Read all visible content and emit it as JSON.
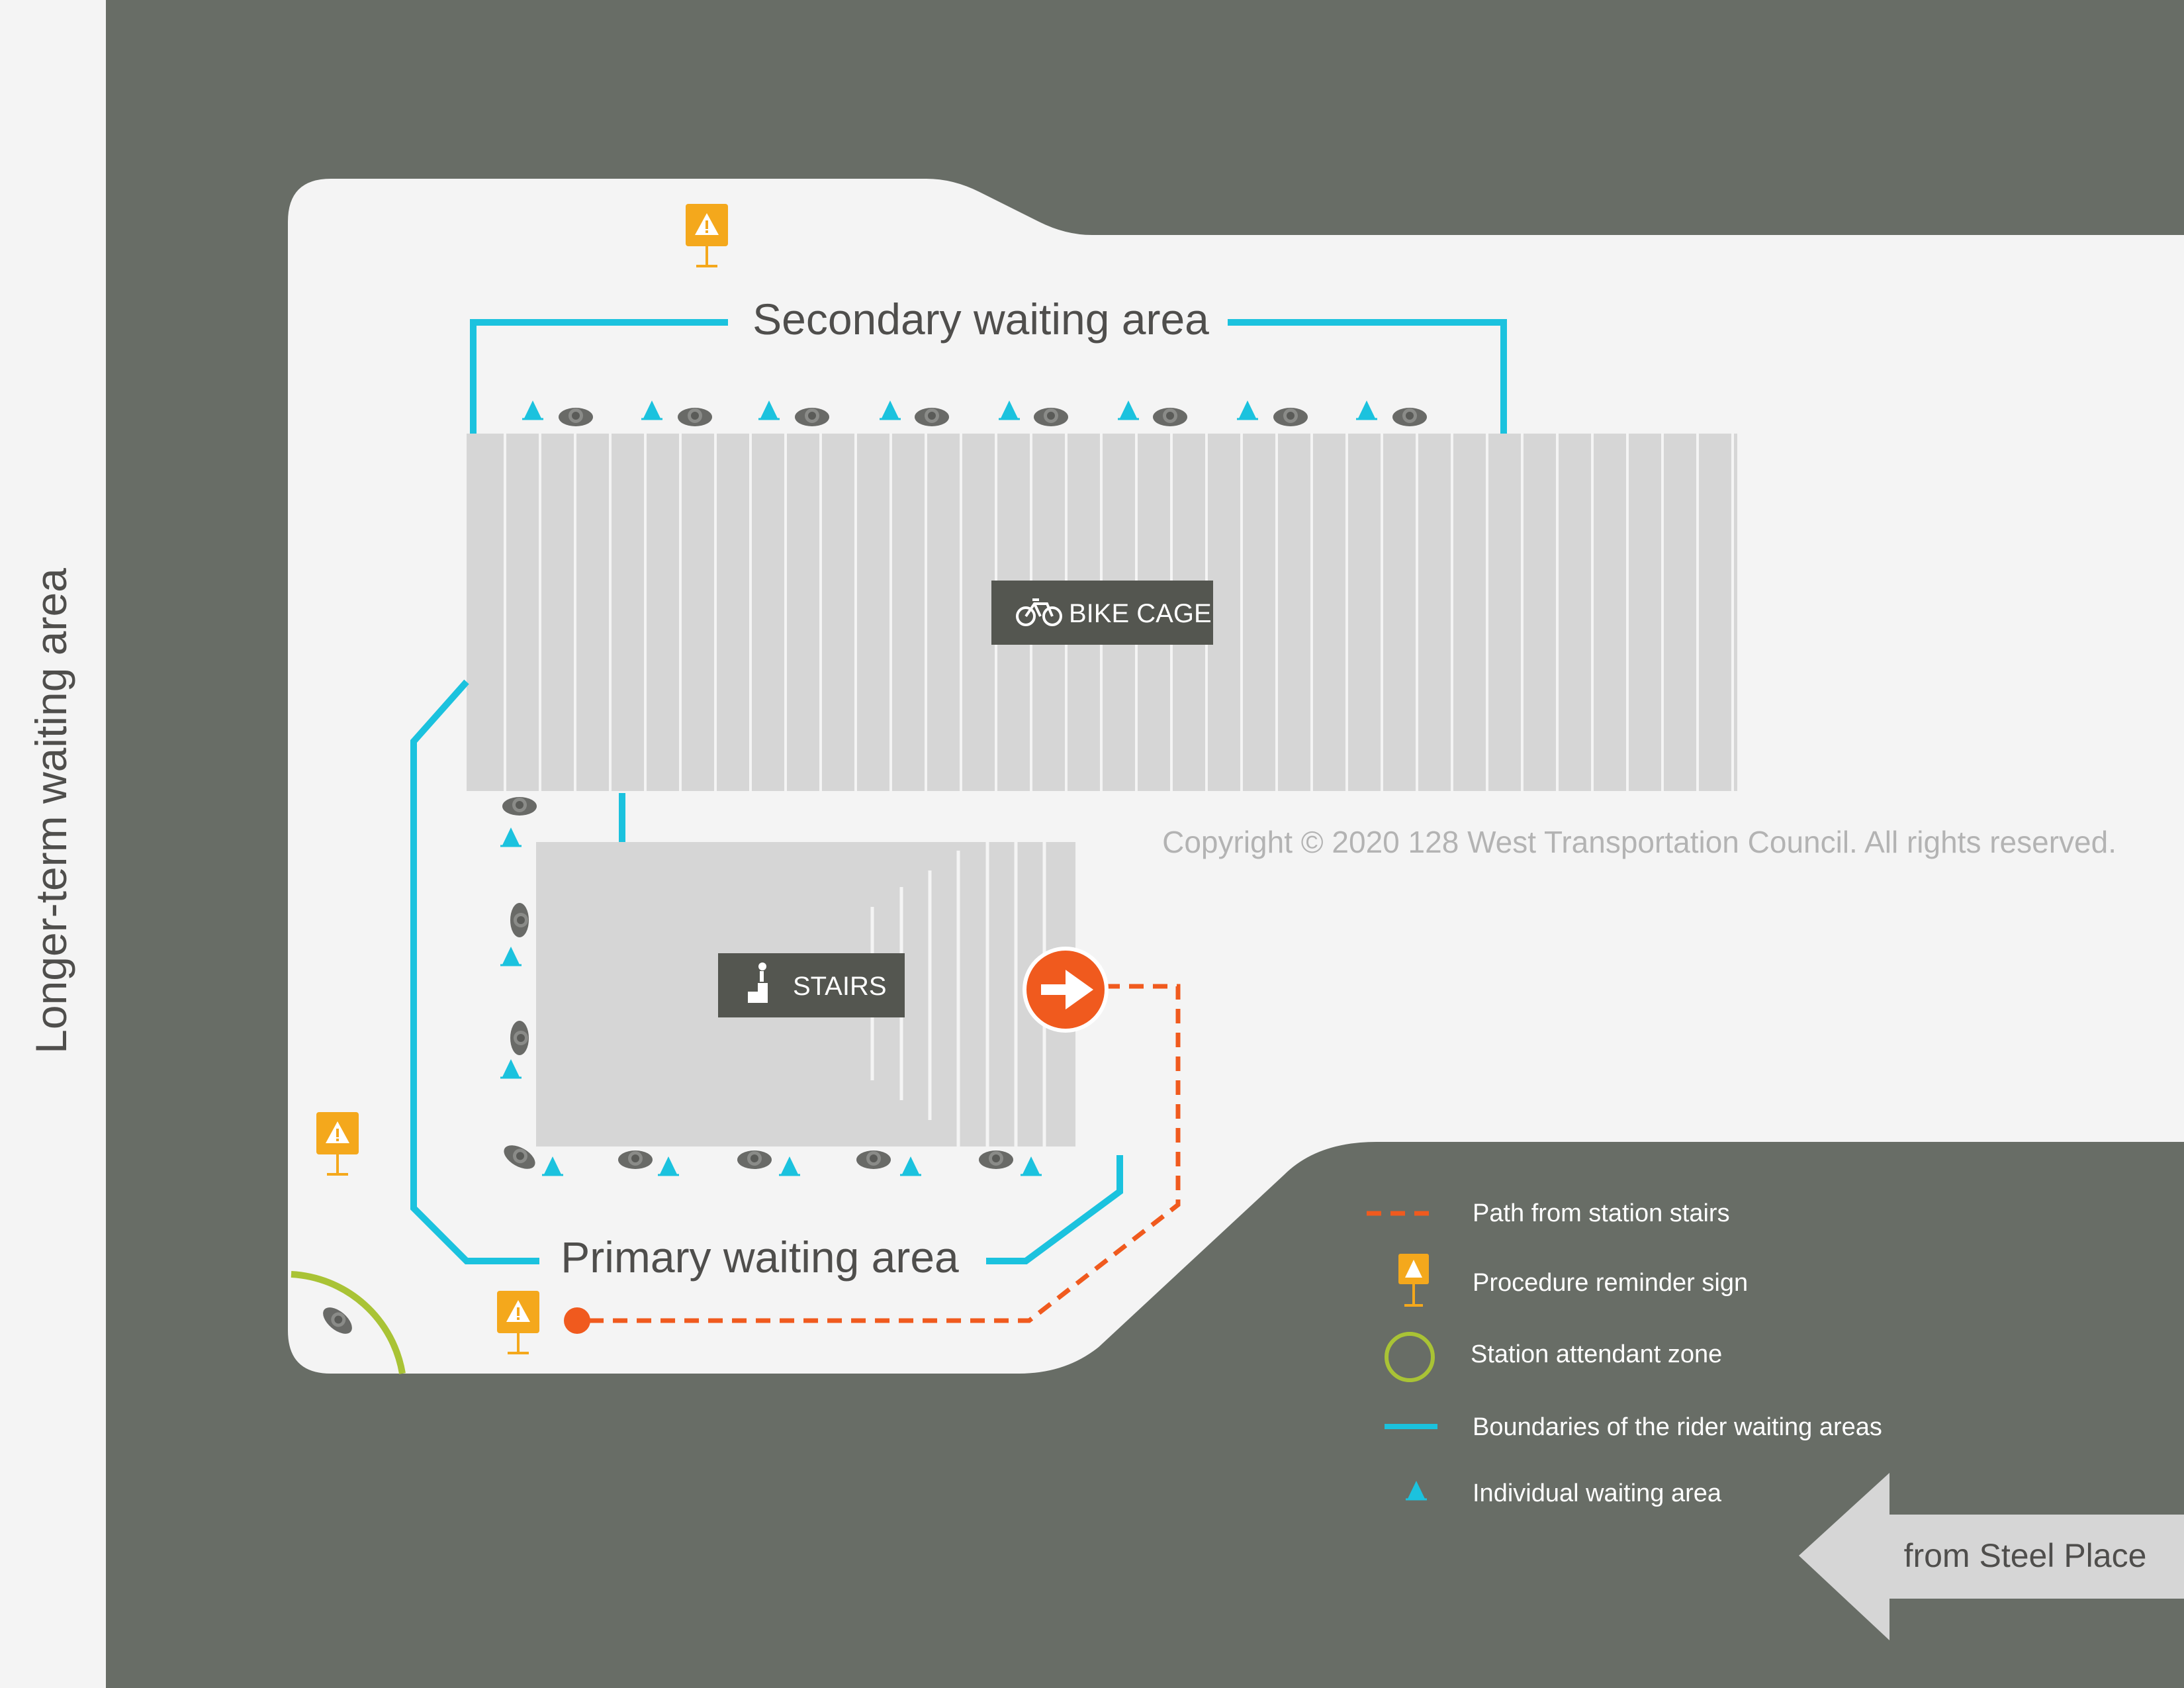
{
  "labels": {
    "secondary_area": "Secondary waiting area",
    "primary_area": "Primary waiting area",
    "longer_term_area": "Longer-term waiting area",
    "bike_cage": "BIKE CAGE",
    "stairs": "STAIRS",
    "copyright": "Copyright © 2020 128 West Transportation Council. All rights reserved.",
    "from_steel_place": "from Steel Place"
  },
  "legend": {
    "items": [
      {
        "symbol": "dashed-path",
        "label": "Path from station stairs"
      },
      {
        "symbol": "sign-icon",
        "label": "Procedure reminder sign"
      },
      {
        "symbol": "attendant-circle",
        "label": "Station attendant zone"
      },
      {
        "symbol": "boundary-line",
        "label": "Boundaries of the rider waiting areas"
      },
      {
        "symbol": "triangle-marker",
        "label": "Individual waiting area"
      }
    ]
  },
  "colors": {
    "road": "#686d66",
    "pavement": "#f4f4f4",
    "structure": "#d6d6d6",
    "boundary": "#1bc2de",
    "path": "#f05a1e",
    "sign": "#f4a81c",
    "attendant": "#a9c335",
    "label_box": "#545650",
    "text": "#4f4e4c"
  }
}
